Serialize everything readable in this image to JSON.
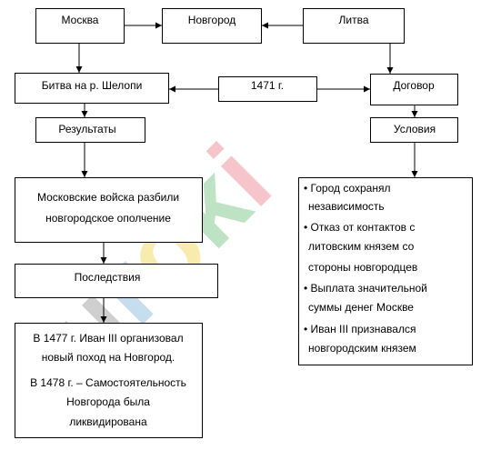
{
  "watermark": {
    "letters": [
      {
        "char": "e",
        "color": "#a0a0a0"
      },
      {
        "char": "u",
        "color": "#a0a0a0"
      },
      {
        "char": "r",
        "color": "#8fbcdf"
      },
      {
        "char": "o",
        "color": "#f3d860"
      },
      {
        "char": "k",
        "color": "#7fc98a"
      },
      {
        "char": "i",
        "color": "#ef8c9a"
      }
    ]
  },
  "nodes": {
    "moscow": "Москва",
    "novgorod": "Новгород",
    "lithuania": "Литва",
    "battle": "Битва на р. Шелопи",
    "year": "1471 г.",
    "treaty": "Договор",
    "results": "Результаты",
    "conditions": "Условия",
    "troops": [
      "Московские войска разбили",
      "новгородское ополчение"
    ],
    "consequences": "Последствия",
    "outcome": {
      "p1": [
        "В 1477 г. Иван III организовал",
        "новый поход на Новгород."
      ],
      "p2": [
        "В 1478 г. – Самостоятельность",
        "Новгорода была",
        "ликвидирована"
      ]
    },
    "terms": [
      "• Город сохранял",
      "независимость",
      "• Отказ от контактов с",
      "литовским князем со",
      "стороны новгородцев",
      "• Выплата значительной",
      "суммы денег Москве",
      "• Иван III признавался",
      "новгородским князем"
    ]
  }
}
